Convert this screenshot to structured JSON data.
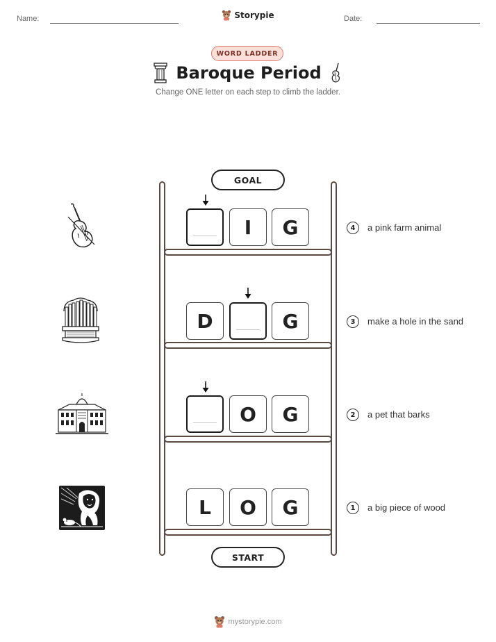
{
  "header": {
    "name_label": "Name:",
    "date_label": "Date:",
    "brand": "Storypie",
    "brand_icon": "bear-mascot-icon"
  },
  "badge": "WORD LADDER",
  "title": "Baroque Period",
  "title_icons": [
    "column-icon",
    "violin-icon"
  ],
  "subtitle": "Change ONE letter on each step to climb the ladder.",
  "ladder": {
    "goal_label": "GOAL",
    "start_label": "START",
    "rows": [
      {
        "step": "4",
        "letters": [
          "",
          "I",
          "G"
        ],
        "blank_index": 0,
        "clue": "a pink farm animal",
        "icon": "violin-icon"
      },
      {
        "step": "3",
        "letters": [
          "D",
          "",
          "G"
        ],
        "blank_index": 1,
        "clue": "make a hole in the sand",
        "icon": "pipe-organ-icon"
      },
      {
        "step": "2",
        "letters": [
          "",
          "O",
          "G"
        ],
        "blank_index": 0,
        "clue": "a pet that barks",
        "icon": "palace-icon"
      },
      {
        "step": "1",
        "letters": [
          "L",
          "O",
          "G"
        ],
        "blank_index": null,
        "clue": "a big piece of wood",
        "icon": "lion-and-mouse-icon"
      }
    ]
  },
  "colors": {
    "badge_bg": "#fbe0da",
    "badge_border": "#e07b6b",
    "rail": "#5a4a42"
  },
  "footer": {
    "text": "mystorypie.com",
    "icon": "bear-mascot-icon"
  }
}
